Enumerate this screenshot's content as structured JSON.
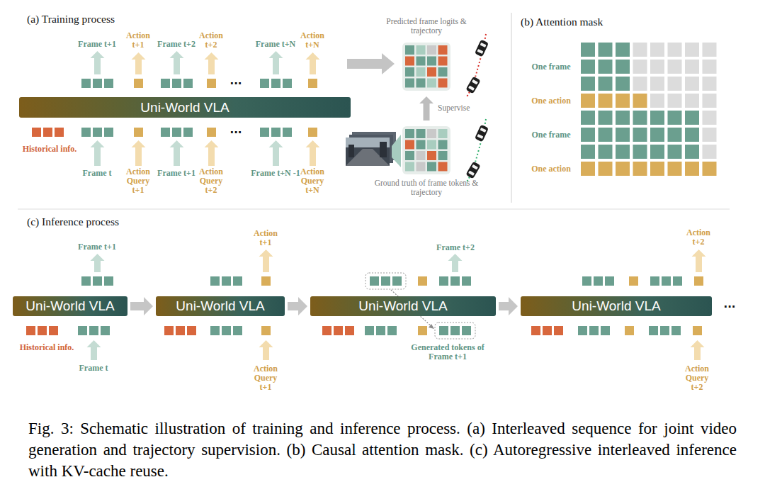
{
  "diagram": {
    "caption": "Fig. 3: Schematic illustration of training and inference process. (a) Interleaved sequence for joint video generation and trajectory supervision. (b) Causal attention mask. (c) Autoregressive interleaved inference with KV-cache reuse.",
    "nodes": [
      {
        "text": [
          "Uni-World VLA"
        ]
      },
      {
        "text": [
          "Predicted frame logits & trajectory"
        ]
      },
      {
        "text": [
          "Ground truth of frame tokens & trajectory"
        ]
      },
      {
        "text": [
          "Uni-World VLA"
        ]
      },
      {
        "text": [
          "Uni-World VLA"
        ]
      },
      {
        "text": [
          "Uni-World VLA"
        ]
      },
      {
        "text": [
          "Uni-World VLA"
        ]
      }
    ],
    "edges": [
      {
        "from": 2,
        "to": 1,
        "arrow": "to",
        "label": "Supervise"
      },
      {
        "from": 3,
        "to": 4,
        "arrow": "to"
      },
      {
        "from": 4,
        "to": 5,
        "arrow": "to"
      },
      {
        "from": 5,
        "to": 6,
        "arrow": "to"
      }
    ],
    "labels": [
      "(a) Training process",
      "Frame t+1",
      "Action t+1",
      "Frame t+2",
      "Action t+2",
      "...",
      "Frame t+N",
      "Action t+N",
      "Historical info.",
      "Frame t",
      "Action Query t+1",
      "Frame t+1",
      "Action Query t+2",
      "...",
      "Frame t+N -1",
      "Action Query t+N",
      "(b) Attention mask",
      "One frame",
      "One action",
      "One frame",
      "One action",
      "(c) Inference process",
      "Frame t+1",
      "Historical info.",
      "Frame t",
      "Action t+1",
      "Action Query t+1",
      "Frame t+2",
      "Generated tokens of Frame t+1",
      "Action t+2",
      "Action Query t+2",
      "..."
    ]
  }
}
